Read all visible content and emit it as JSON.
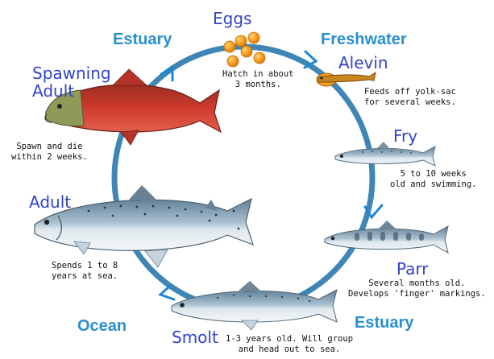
{
  "regions": {
    "estuary_top": "Estuary",
    "freshwater": "Freshwater",
    "ocean": "Ocean",
    "estuary_bottom": "Estuary"
  },
  "stages": {
    "eggs": {
      "name": "Eggs",
      "note": [
        "Hatch in about",
        "3 months."
      ]
    },
    "alevin": {
      "name": "Alevin",
      "note": [
        "Feeds off yolk-sac",
        "for several weeks."
      ]
    },
    "fry": {
      "name": "Fry",
      "note": [
        "5 to 10 weeks",
        "old and swimming."
      ]
    },
    "parr": {
      "name": "Parr",
      "note": [
        "Several months old.",
        "Develops 'finger' markings."
      ]
    },
    "smolt": {
      "name": "Smolt",
      "note": [
        "1-3 years old. Will group",
        "and head out to sea."
      ]
    },
    "adult": {
      "name": "Adult",
      "note": [
        "Spends 1 to 8",
        "years at sea."
      ]
    },
    "spawning_adult": {
      "name": [
        "Spawning",
        "Adult"
      ],
      "note": [
        "Spawn and die",
        "within 2 weeks."
      ]
    }
  },
  "colors": {
    "cycle_ring": "#3f86b7",
    "arrow_marks": "#1d86d6",
    "region_text": "#2a8fd1",
    "stage_text": "#2f43c9",
    "egg": "#f39a1c",
    "spawning_body": "#c0392b",
    "spawning_head": "#8f9a58",
    "salmon_back": "#6f8fa6",
    "salmon_belly": "#eef3f6"
  }
}
